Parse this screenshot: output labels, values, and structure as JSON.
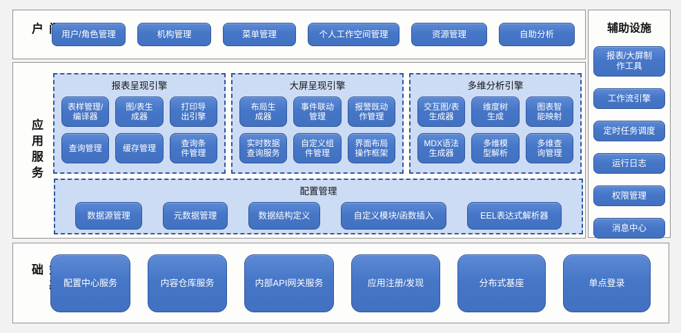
{
  "portal": {
    "label": "门户",
    "items": [
      "用户/角色管理",
      "机构管理",
      "菜单管理",
      "个人工作空间管理",
      "资源管理",
      "自助分析"
    ]
  },
  "app_services": {
    "label": "应用服务",
    "engines": [
      {
        "title": "报表呈现引擎",
        "items": [
          "表样管理/\n编译器",
          "图/表生\n成器",
          "打印导\n出引擎",
          "查询管理",
          "缓存管理",
          "查询条\n件管理"
        ]
      },
      {
        "title": "大屏呈现引擎",
        "items": [
          "布局生\n成器",
          "事件联动\n管理",
          "报警既动\n作管理",
          "实时数据\n查询服务",
          "自定义组\n件管理",
          "界面布局\n操作框架"
        ]
      },
      {
        "title": "多维分析引擎",
        "items": [
          "交互图/表\n生成器",
          "维度树\n生成",
          "图表智\n能映射",
          "MDX语法\n生成器",
          "多维模\n型解析",
          "多维查\n询管理"
        ]
      }
    ],
    "config": {
      "title": "配置管理",
      "items": [
        "数据源管理",
        "元数据管理",
        "数据结构定义",
        "自定义模块/函数插入",
        "EEL表达式解析器"
      ]
    }
  },
  "auxiliary": {
    "title": "辅助设施",
    "items": [
      "报表/大屏制\n作工具",
      "工作流引擎",
      "定时任务调度",
      "运行日志",
      "权限管理",
      "消息中心"
    ]
  },
  "foundation": {
    "label": "分布式基础",
    "items": [
      "配置中心服务",
      "内容仓库服务",
      "内部API网关服务",
      "应用注册/发现",
      "分布式基座",
      "单点登录"
    ]
  },
  "colors": {
    "node_blue": "#4472c4",
    "node_border": "#30559b",
    "group_fill": "#ccdcf4",
    "group_border": "#30559b",
    "panel_fill": "#fdfdfb",
    "panel_border": "#8f8f8f",
    "page_bg": "#f1f2f1"
  }
}
